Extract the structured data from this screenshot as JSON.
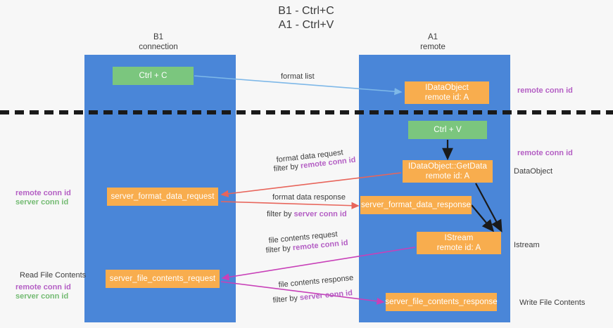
{
  "page": {
    "title": "B1 - Ctrl+C\nA1 - Ctrl+V",
    "background_color": "#f7f7f7"
  },
  "colors": {
    "column": "#4a86d8",
    "node_green": "#7bc67e",
    "node_orange": "#f8ad4e",
    "remote_conn_id": "#b45fc4",
    "server_conn_id": "#74bb73",
    "arrow_blue": "#7eb8e8",
    "arrow_red": "#e8655b",
    "arrow_magenta": "#c840b8",
    "arrow_black": "#1a1a1a"
  },
  "columns": [
    {
      "id": "b1",
      "heading": "B1\nconnection"
    },
    {
      "id": "a1",
      "heading": "A1\nremote"
    }
  ],
  "nodes": {
    "ctrl_c": "Ctrl + C",
    "data_object": "IDataObject\nremote id: A",
    "ctrl_v": "Ctrl + V",
    "get_data": "IDataObject::GetData\nremote id: A",
    "server_format_data_request": "server_format_data_request",
    "server_format_data_response": "server_format_data_response",
    "istream": "IStream\nremote id: A",
    "server_file_contents_request": "server_file_contents_request",
    "server_file_contents_response": "server_file_contents_response"
  },
  "edge_labels": {
    "format_list": "format list",
    "format_data_request": "format data request",
    "format_data_response": "format data response",
    "file_contents_request": "file contents request",
    "file_contents_response": "file contents response",
    "filter_by": "filter by ",
    "remote_conn_id": "remote conn id",
    "server_conn_id": "server conn id"
  },
  "right_labels": {
    "remote_conn_id_top": "remote conn id",
    "remote_conn_id_mid": "remote conn id",
    "data_object": "DataObject",
    "istream": "Istream",
    "write_file_contents": "Write File Contents"
  },
  "left_labels": {
    "remote_conn_id": "remote conn id",
    "server_conn_id": "server conn id",
    "read_file_contents": "Read File Contents",
    "remote_conn_id_2": "remote conn id",
    "server_conn_id_2": "server conn id"
  }
}
